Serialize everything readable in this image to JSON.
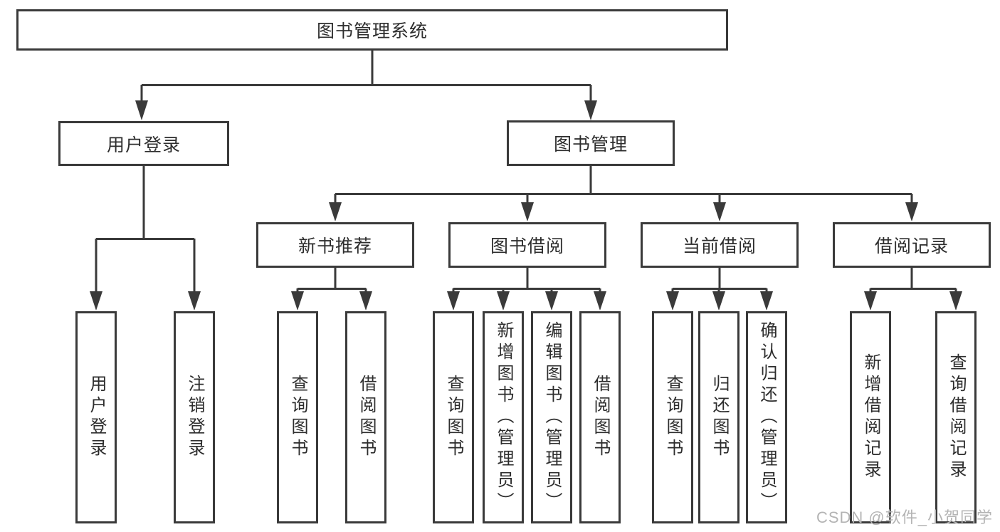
{
  "diagram": {
    "root": {
      "label": "图书管理系统"
    },
    "branches": [
      {
        "label": "用户登录",
        "children": [
          {
            "label": "用户登录"
          },
          {
            "label": "注销登录"
          }
        ]
      },
      {
        "label": "图书管理",
        "children": [
          {
            "label": "新书推荐",
            "children": [
              {
                "label": "查询图书"
              },
              {
                "label": "借阅图书"
              }
            ]
          },
          {
            "label": "图书借阅",
            "children": [
              {
                "label": "查询图书"
              },
              {
                "label": "新增图书（管理员）"
              },
              {
                "label": "编辑图书（管理员）"
              },
              {
                "label": "借阅图书"
              }
            ]
          },
          {
            "label": "当前借阅",
            "children": [
              {
                "label": "查询图书"
              },
              {
                "label": "归还图书"
              },
              {
                "label": "确认归还（管理员）"
              }
            ]
          },
          {
            "label": "借阅记录",
            "children": [
              {
                "label": "新增借阅记录"
              },
              {
                "label": "查询借阅记录"
              }
            ]
          }
        ]
      }
    ]
  },
  "watermark": {
    "text": "CSDN @软件_小贺同学"
  },
  "colors": {
    "line": "#3a3a3a",
    "box_border": "#3a3a3a",
    "text": "#2d2d2d",
    "watermark": "#b4b4b4",
    "background": "#ffffff"
  }
}
